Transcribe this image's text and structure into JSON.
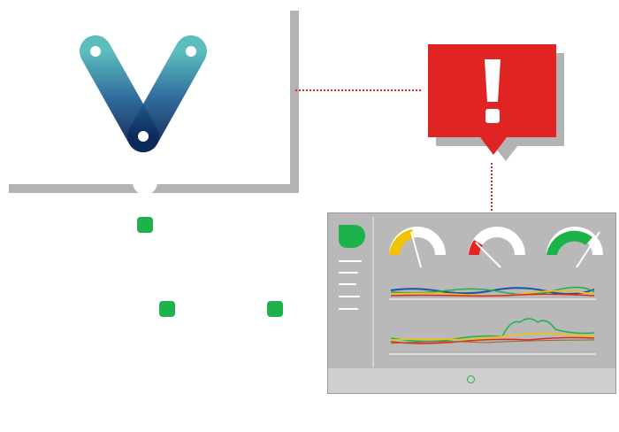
{
  "colors": {
    "frame": "#b3b3b3",
    "alert_red": "#e02424",
    "status_green": "#1db34a",
    "logo_teal": "#4fb8b8",
    "logo_navy": "#0b2a5a",
    "dashboard_bg": "#b9b9b9"
  },
  "icons": {
    "logo": "v-logo-icon",
    "alert": "exclamation-icon",
    "dashboard_brand": "leaf-icon"
  },
  "dashboard": {
    "gauges": [
      {
        "color": "#f2c300",
        "level": 0.45
      },
      {
        "color": "#e52420",
        "level": 0.12
      },
      {
        "color": "#1db34a",
        "level": 0.65
      }
    ],
    "menu_items": 5
  }
}
